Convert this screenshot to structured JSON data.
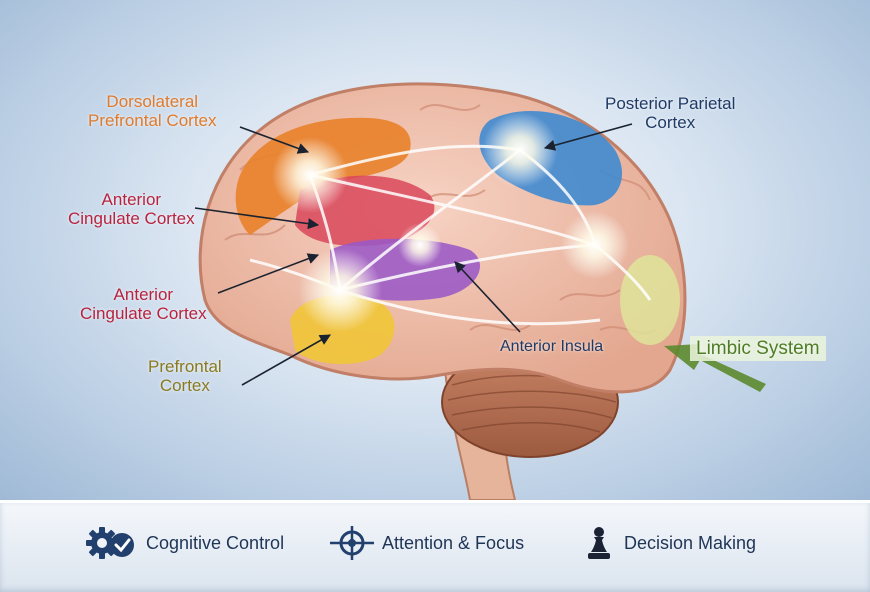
{
  "labels": {
    "dlpfc": [
      "Dorsolateral",
      "Prefrontal Cortex"
    ],
    "ppc": [
      "Posterior Parietal",
      "Cortex"
    ],
    "acc1": [
      "Anterior",
      "Cingulate Cortex"
    ],
    "acc2": [
      "Anterior",
      "Cingulate Cortex"
    ],
    "pfc": [
      "Prefrontal",
      "Cortex"
    ],
    "insula": "Anterior Insula",
    "limbic": "Limbic System"
  },
  "colors": {
    "dlpfc": "#e07a2c",
    "ppc": "#3f86c8",
    "acc": "#b8233f",
    "pfc": "#8a7a1f",
    "insula": "#1f3a66",
    "limbic": "#5c8a2e",
    "footer_text": "#1f3556"
  },
  "footer": {
    "items": [
      {
        "label": "Cognitive Control",
        "icon": "gear-check-icon"
      },
      {
        "label": "Attention & Focus",
        "icon": "crosshair-icon"
      },
      {
        "label": "Decision Making",
        "icon": "chess-pawn-icon"
      }
    ]
  }
}
